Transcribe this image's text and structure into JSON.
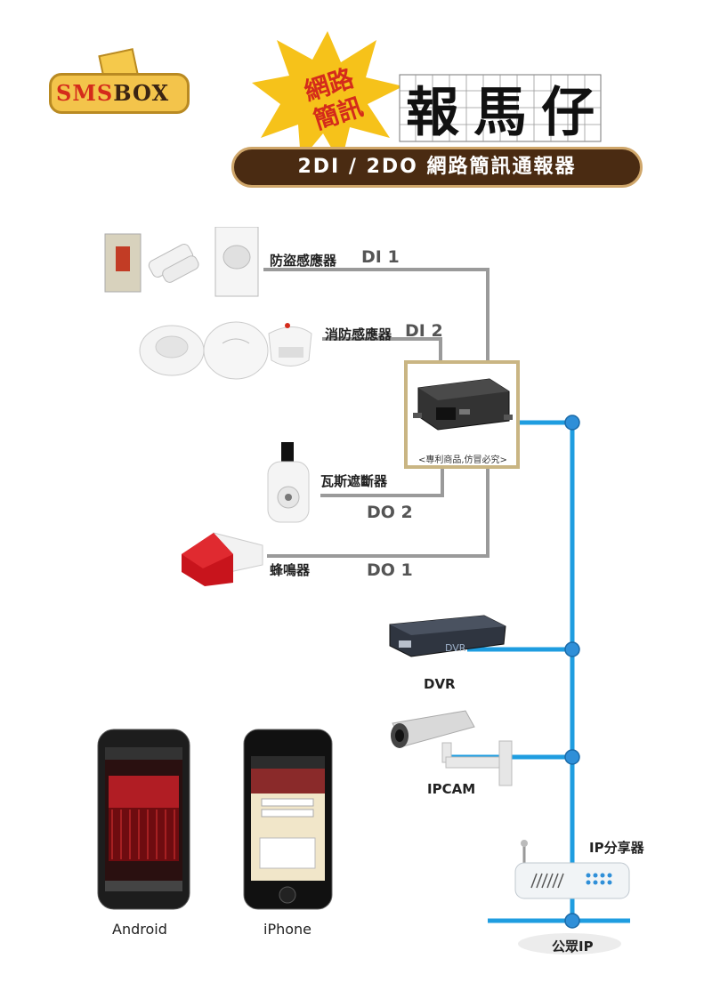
{
  "logo": {
    "sms": "SMS",
    "box": "BOX"
  },
  "burst": {
    "line1": "網路",
    "line2": "簡訊"
  },
  "brand": {
    "chars": [
      "報",
      "馬",
      "仔"
    ]
  },
  "banner": {
    "title": "2DI / 2DO 網路簡訊通報器"
  },
  "sensors": {
    "burglar_label": "防盜感應器",
    "fire_label": "消防感應器",
    "gas_label": "瓦斯遮斷器",
    "buzzer_label": "蜂鳴器"
  },
  "ports": {
    "di1": "DI 1",
    "di2": "DI 2",
    "do2": "DO 2",
    "do1": "DO 1"
  },
  "device": {
    "patent_note": "<專利商品,仿冒必究>"
  },
  "network": {
    "dvr_label": "DVR",
    "dvr_screen": "DVR",
    "ipcam_label": "IPCAM",
    "router_label": "IP分享器",
    "public_ip_label": "公眾IP"
  },
  "phones": {
    "android_label": "Android",
    "iphone_label": "iPhone"
  },
  "colors": {
    "network_line": "#1f9de0",
    "signal_line": "#9a9a9a",
    "banner_bg": "#4a2b12",
    "burst": "#f6c21a",
    "brand_red": "#d42b1b"
  }
}
